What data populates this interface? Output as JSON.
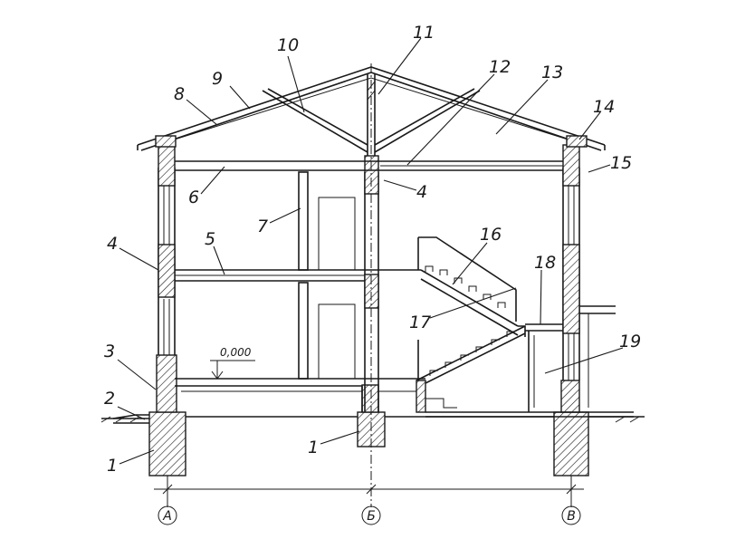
{
  "labels": {
    "n1": "1",
    "n2": "2",
    "n3": "3",
    "n4": "4",
    "n5": "5",
    "n6": "6",
    "n7": "7",
    "n8": "8",
    "n9": "9",
    "n10": "10",
    "n11": "11",
    "n12": "12",
    "n13": "13",
    "n14": "14",
    "n15": "15",
    "n16": "16",
    "n17": "17",
    "n18": "18",
    "n19": "19"
  },
  "axes": {
    "a": "А",
    "b": "Б",
    "v": "В"
  },
  "elevation": "0,000"
}
